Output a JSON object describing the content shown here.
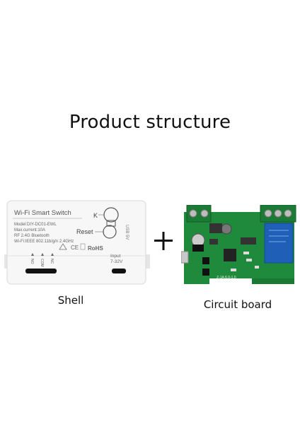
{
  "title": "Product structure",
  "shell": {
    "caption": "Shell",
    "brand": "Wi-Fi Smart Switch",
    "model": "Model:DIY-DC01-EWL",
    "current": "Max.current:10A",
    "rf": "RF 2.4G Bluetooth",
    "wifi": "Wi-Fi:IEEE 802.11b/g/n 2.4GHz",
    "key_k": "K",
    "key_reset": "Reset",
    "usb": "USB 5V",
    "input_label": "Input",
    "input_value": "7-32V",
    "rohs": "RoHS",
    "ce": "CE",
    "terminals": [
      "NO",
      "COM",
      "NC"
    ]
  },
  "board": {
    "caption": "Circuit board",
    "silk": "Z-1A 6.0-1.0"
  },
  "colors": {
    "pcb": "#1f8a3c",
    "terminal": "#1b7a33",
    "relay": "#1f5fb8",
    "shell": "#f5f5f5"
  }
}
